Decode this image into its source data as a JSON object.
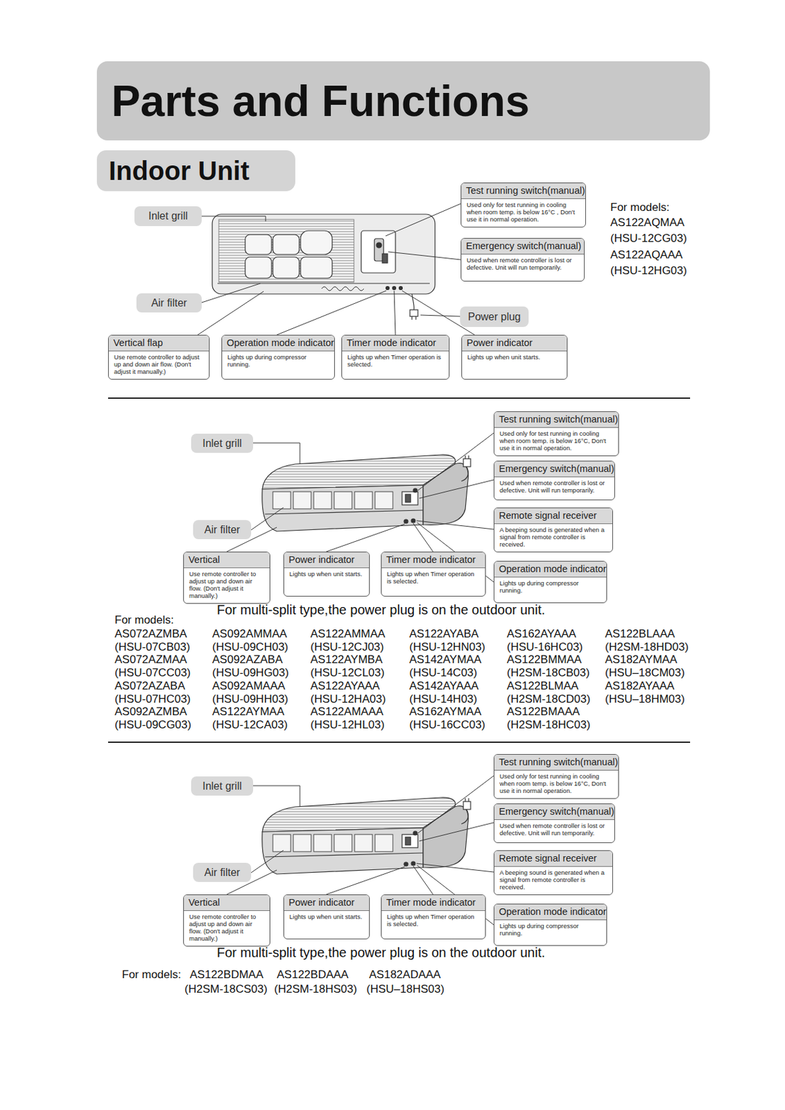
{
  "diagram": {
    "title": "Parts and Functions",
    "nodes": [
      {
        "text": [
          "Indoor Unit"
        ]
      },
      {
        "text": [
          "Test running switch(manual)",
          "Used only for test running in cooling when room temp. is below 16°C , Don't use it in normal operation."
        ]
      },
      {
        "text": [
          "Inlet grill"
        ]
      },
      {
        "text": [
          "Emergency switch(manual)",
          "Used when remote controller is lost or defective. Unit will run temporarily."
        ]
      },
      {
        "text": [
          "Air filter"
        ]
      },
      {
        "text": [
          "Power plug"
        ]
      },
      {
        "text": [
          "Vertical flap",
          "Use remote controller to adjust up and down air flow. (Don't adjust it manually.)"
        ]
      },
      {
        "text": [
          "Operation mode indicator",
          "Lights up during compressor running."
        ]
      },
      {
        "text": [
          "Timer mode indicator",
          "Lights up when Timer operation is selected."
        ]
      },
      {
        "text": [
          "Power indicator",
          "Lights up when unit starts."
        ]
      },
      {
        "text": [
          "Test running switch(manual)",
          "Used only for test running in cooling when room temp. is below 16°C, Don't use it in normal operation."
        ]
      },
      {
        "text": [
          "Inlet grill"
        ]
      },
      {
        "text": [
          "Emergency switch(manual)",
          "Used when remote controller is lost or defective. Unit will run temporarily."
        ]
      },
      {
        "text": [
          "Remote signal receiver",
          "A beeping sound is generated when a signal from remote controller is received."
        ]
      },
      {
        "text": [
          "Air filter"
        ]
      },
      {
        "text": [
          "Vertical",
          "Use remote controller to adjust up and down air flow. (Don't adjust it manually.)"
        ]
      },
      {
        "text": [
          "Power indicator",
          "Lights up when unit starts."
        ]
      },
      {
        "text": [
          "Timer mode indicator",
          "Lights up when Timer operation is selected."
        ]
      },
      {
        "text": [
          "Operation mode indicator",
          "Lights up during compressor running."
        ]
      },
      {
        "text": [
          "Test running switch(manual)",
          "Used only for test running in cooling when room temp. is below 16°C, Don't use it in normal operation."
        ]
      },
      {
        "text": [
          "Inlet grill"
        ]
      },
      {
        "text": [
          "Emergency switch(manual)",
          "Used when remote controller is lost or defective. Unit will run temporarily."
        ]
      },
      {
        "text": [
          "Remote signal receiver",
          "A beeping sound is generated when a signal from remote controller is received."
        ]
      },
      {
        "text": [
          "Air filter"
        ]
      },
      {
        "text": [
          "Vertical",
          "Use remote controller to adjust up and down air flow. (Don't adjust it manually.)"
        ]
      },
      {
        "text": [
          "Power indicator",
          "Lights up when unit starts."
        ]
      },
      {
        "text": [
          "Timer mode indicator",
          "Lights up when Timer operation is selected."
        ]
      },
      {
        "text": [
          "Operation mode indicator",
          "Lights up during compressor running."
        ]
      }
    ],
    "labels": [
      "For models:",
      "AS122AQMAA",
      "(HSU-12CG03)",
      "AS122AQAAA",
      "(HSU-12HG03)",
      "For multi-split type,the power plug is on the outdoor unit.",
      "For models:",
      "AS072AZMBA",
      "(HSU-07CB03)",
      "AS072AZMAA",
      "(HSU-07CC03)",
      "AS072AZABA",
      "(HSU-07HC03)",
      "AS092AZMBA",
      "(HSU-09CG03)",
      "AS092AMMAA",
      "(HSU-09CH03)",
      "AS092AZABA",
      "(HSU-09HG03)",
      "AS092AMAAA",
      "(HSU-09HH03)",
      "AS122AYMAA",
      "(HSU-12CA03)",
      "AS122AMMAA",
      "(HSU-12CJ03)",
      "AS122AYMBA",
      "(HSU-12CL03)",
      "AS122AYAAA",
      "(HSU-12HA03)",
      "AS122AMAAA",
      "(HSU-12HL03)",
      "AS122AYABA",
      "(HSU-12HN03)",
      "AS142AYMAA",
      "(HSU-14C03)",
      "AS142AYAAA",
      "(HSU-14H03)",
      "AS162AYMAA",
      "(HSU-16CC03)",
      "AS162AYAAA",
      "(HSU-16HC03)",
      "AS122BMMAA",
      "(H2SM-18CB03)",
      "AS122BLMAA",
      "(H2SM-18CD03)",
      "AS122BMAAA",
      "(H2SM-18HC03)",
      "AS122BLAAA",
      "(H2SM-18HD03)",
      "AS182AYMAA",
      "(HSU–18CM03)",
      "AS182AYAAA",
      "(HSU–18HM03)",
      "For multi-split type,the power plug is on the outdoor unit.",
      "For models:",
      "AS122BDMAA",
      "(H2SM-18CS03)",
      "AS122BDAAA",
      "(H2SM-18HS03)",
      "AS182ADAAA",
      "(HSU–18HS03)"
    ]
  }
}
